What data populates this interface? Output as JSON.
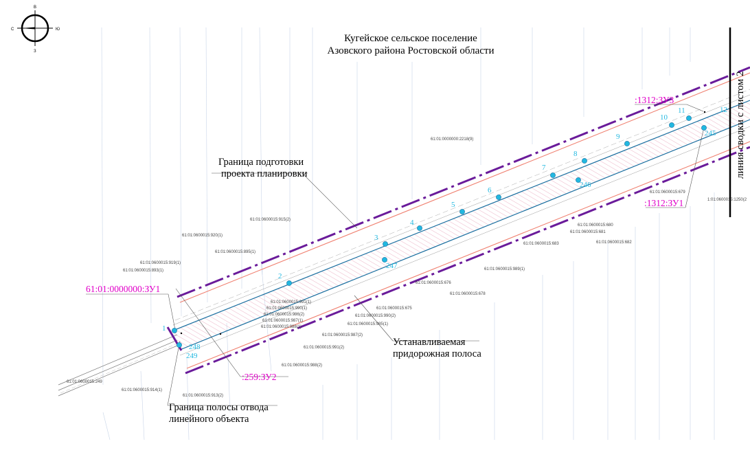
{
  "title": {
    "line1": "Кугейское сельское поселение",
    "line2": "Азовского района Ростовской области"
  },
  "side_label": "линия сводки с листом 2",
  "compass": {
    "labels": [
      "С",
      "В",
      "Ю",
      "З"
    ]
  },
  "callouts": {
    "planning_boundary": [
      "Граница  подготовки",
      "проекта планировки"
    ],
    "roadside_strip": [
      "Устанавливаемая",
      "придорожная полоса"
    ],
    "allotment_boundary": [
      "Граница полосы отвода",
      "линейного объекта"
    ]
  },
  "zu_labels": {
    "zu1_left": "61:01:0000000:ЗУ1",
    "zu3": ":1312:ЗУ3",
    "zu1_right": ":1312:ЗУ1",
    "zu2": ":259:ЗУ2"
  },
  "upper_points": [
    "1",
    "2",
    "3",
    "4",
    "5",
    "6",
    "7",
    "8",
    "9",
    "10",
    "11",
    "12"
  ],
  "lower_points": [
    "248",
    "249",
    "247",
    "246",
    "245"
  ],
  "parcels": [
    "61:01:0000000:2218(9)",
    "61:01:0600015:915(2)",
    "61:01:0600015:920(1)",
    "61:01:0600015:895(1)",
    "61:01:0600015:919(1)",
    "61:01:0600015:893(1)",
    "61:01:0600015:679",
    "1:01:0600015:1250(2",
    "61:01:0600015:680",
    "61:01:0600015:681",
    "61:01:0600015:682",
    "61:01:0600015:683",
    "61:01:0600015:989(1)",
    "61:01:0600015:676",
    "61:01:0600015:678",
    "61:01:0600015:991(1)",
    "61:01:0600015:990(1)",
    "61:01:0600015:986(2)",
    "61:01:0600015:987(1)",
    "61:01:0600015:988(1)",
    "61:01:0600015:675",
    "61:01:0600015:990(2)",
    "61:01:0600015:985(1)",
    "61:01:0600015:987(2)",
    "61:01:0600015:991(2)",
    "61:01:0600015:988(2)",
    "61:01:0600015:249",
    "61:01:0600015:914(1)",
    "61:01:0600015:913(2)"
  ],
  "colors": {
    "planning_boundary": "#6a1b9a",
    "roadside_line": "#f08070",
    "axis": "#1a6fa0",
    "hatch": "#e8a0b8",
    "zu_text": "#e000c8",
    "point": "#22b8e0"
  }
}
